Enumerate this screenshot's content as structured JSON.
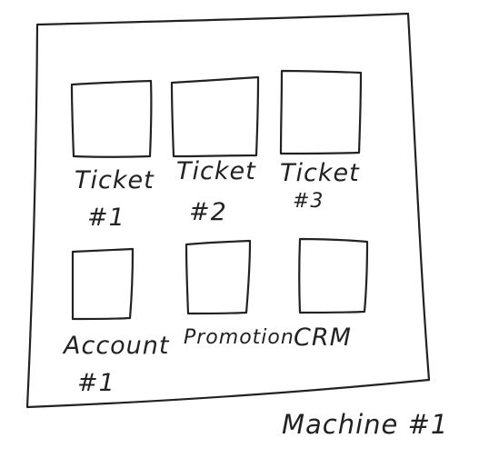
{
  "machine": {
    "label": "Machine #1"
  },
  "tiles": [
    {
      "label_line1": "Ticket",
      "label_line2": "#1"
    },
    {
      "label_line1": "Ticket",
      "label_line2": "#2"
    },
    {
      "label_line1": "Ticket",
      "label_line2": "#3"
    },
    {
      "label_line1": "Account",
      "label_line2": "#1"
    },
    {
      "label_line1": "Promotion",
      "label_line2": ""
    },
    {
      "label_line1": "CRM",
      "label_line2": ""
    }
  ]
}
